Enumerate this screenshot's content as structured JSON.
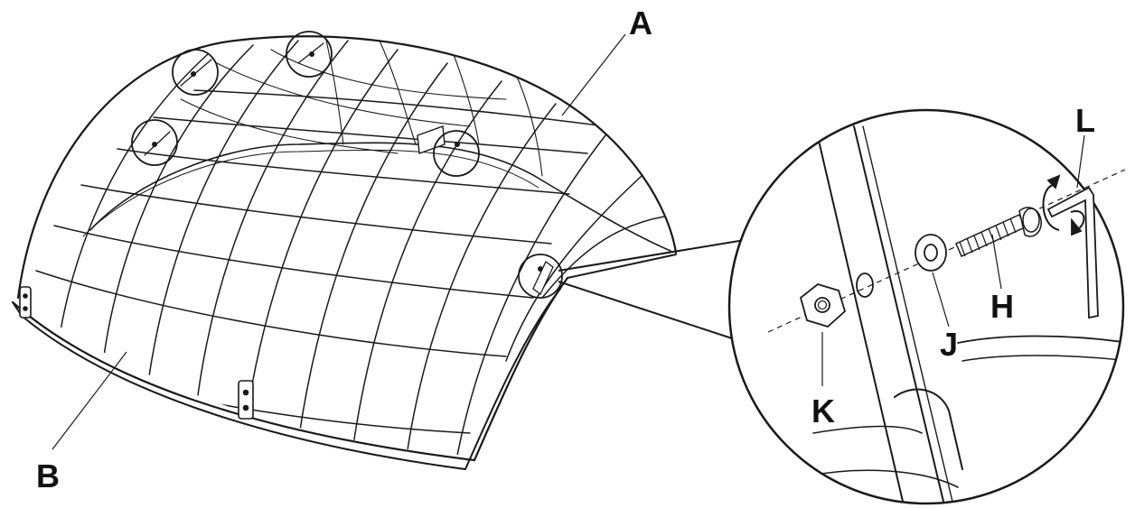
{
  "callouts": {
    "A": "A",
    "B": "B",
    "H": "H",
    "J": "J",
    "K": "K",
    "L": "L"
  },
  "parts": {
    "A": "cage-dome",
    "B": "base-rim",
    "H": "screw",
    "J": "washer",
    "K": "nut",
    "L": "hex-key"
  },
  "colors": {
    "line": "#1a1a1a",
    "background": "#ffffff"
  }
}
